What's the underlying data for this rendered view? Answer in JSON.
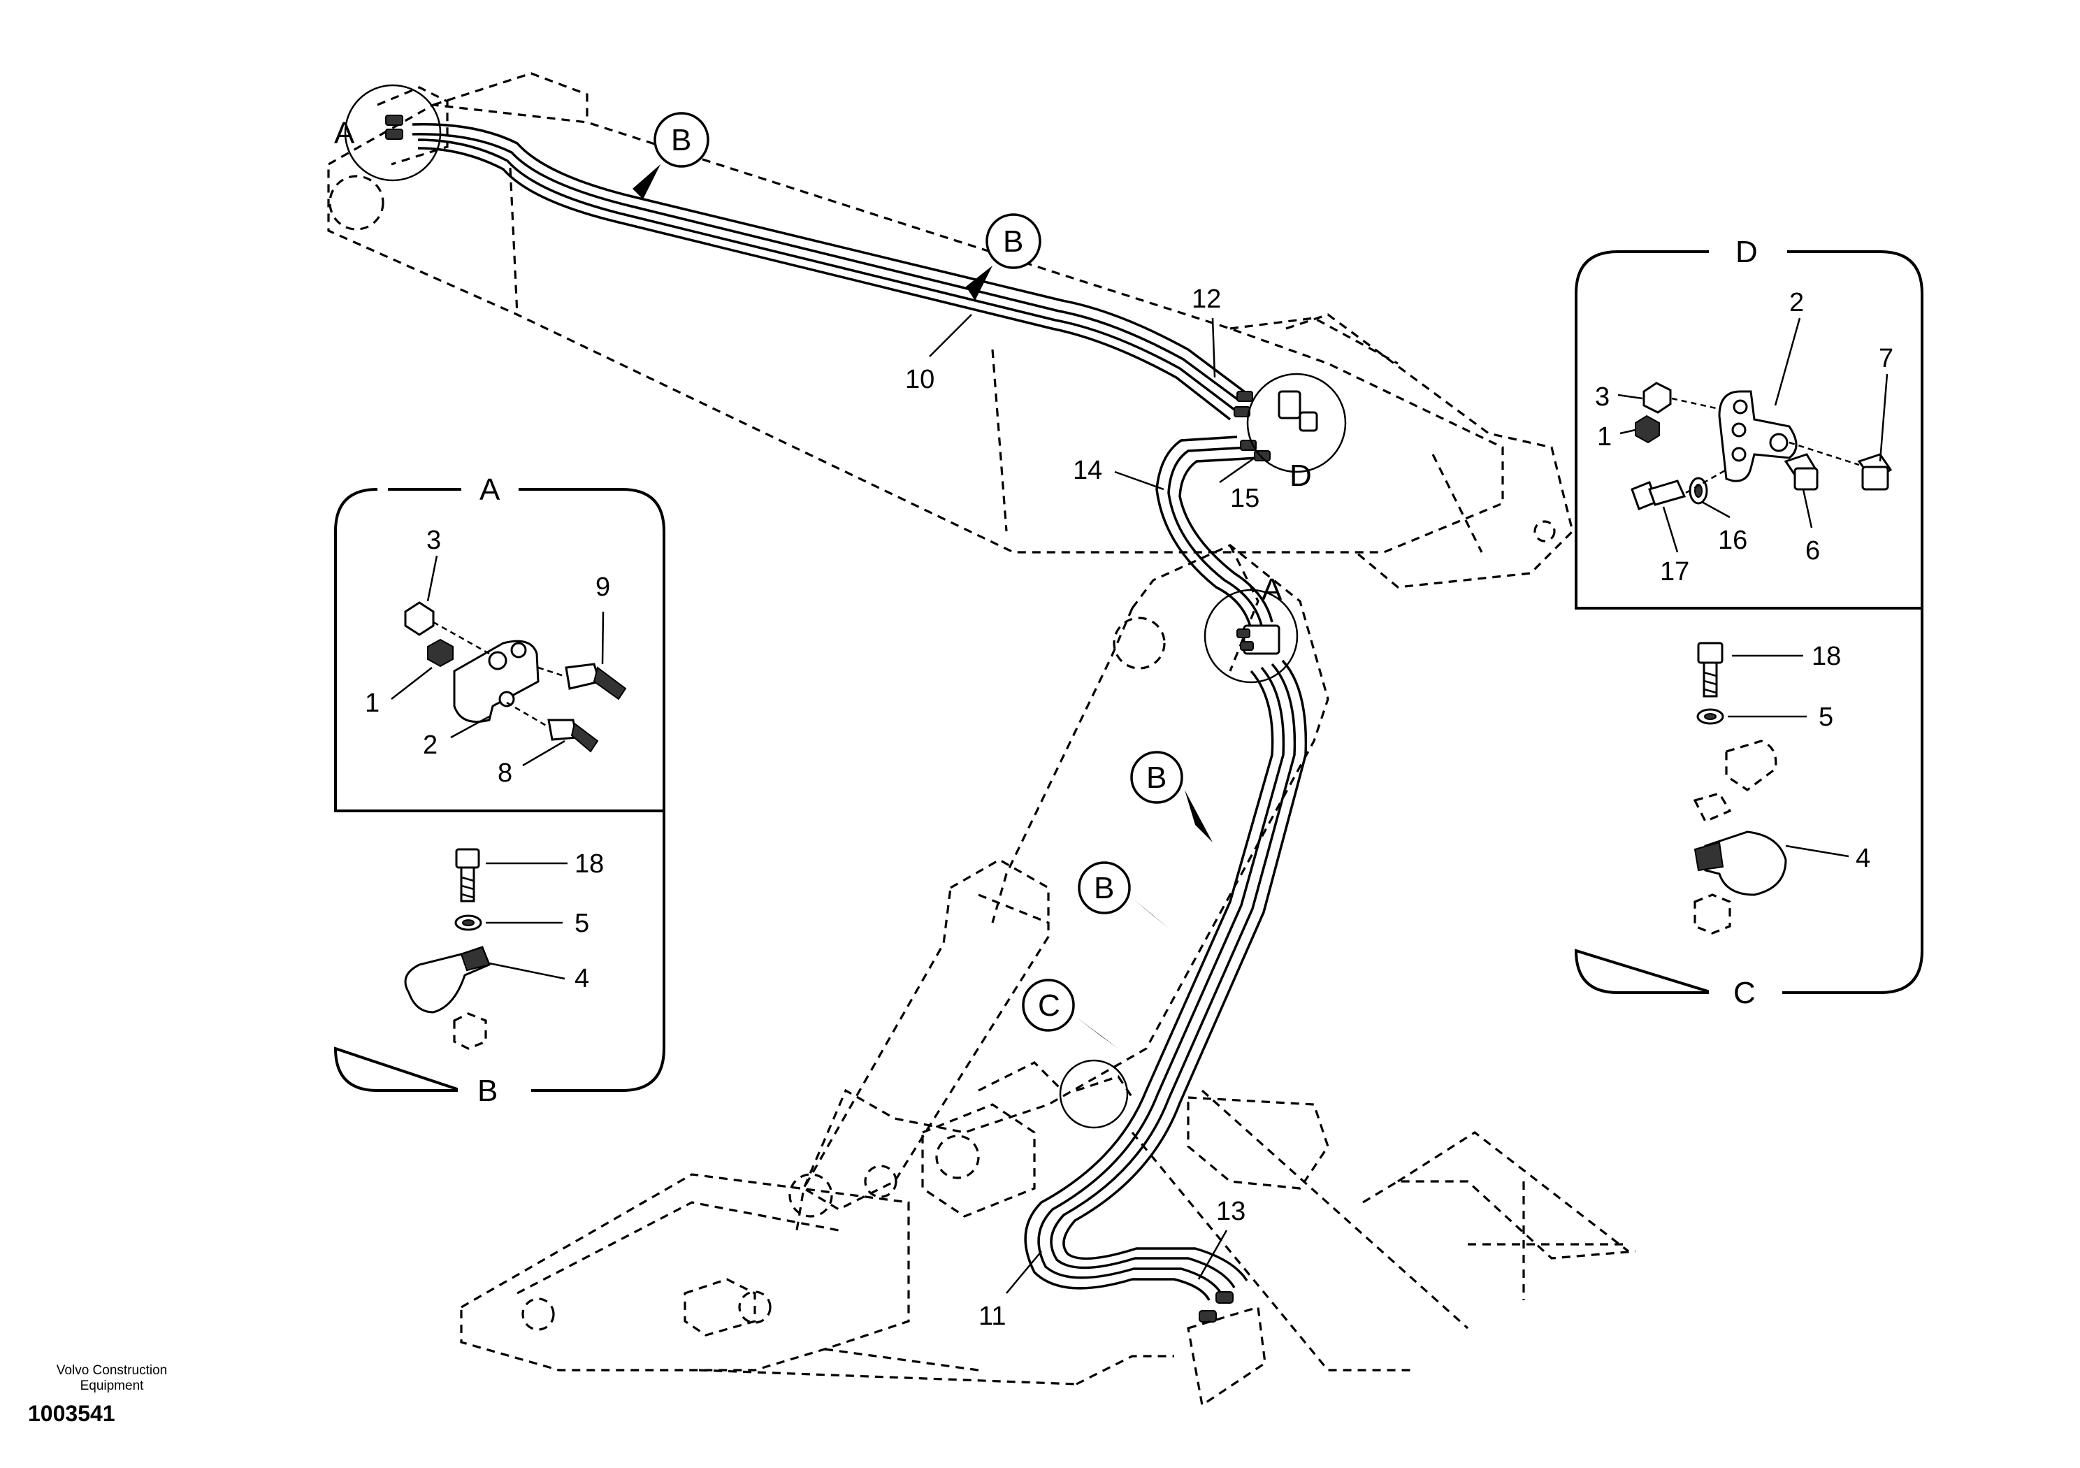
{
  "callouts": {
    "A_main_top": "A",
    "A_main_mid": "A",
    "D_main": "D",
    "B1": "B",
    "B2": "B",
    "B3": "B",
    "B4": "B",
    "C1": "C"
  },
  "main_labels": {
    "n10": "10",
    "n11": "11",
    "n12": "12",
    "n13": "13",
    "n14": "14",
    "n15": "15"
  },
  "panel_A": {
    "title": "A",
    "n3": "3",
    "n1": "1",
    "n2": "2",
    "n9": "9",
    "n8": "8"
  },
  "panel_B": {
    "title": "B",
    "n18": "18",
    "n5": "5",
    "n4": "4"
  },
  "panel_D": {
    "title": "D",
    "n2": "2",
    "n3": "3",
    "n1": "1",
    "n7": "7",
    "n17": "17",
    "n16": "16",
    "n6": "6"
  },
  "panel_C": {
    "title": "C",
    "n18": "18",
    "n5": "5",
    "n4": "4"
  },
  "footer": {
    "company_line1": "Volvo Construction",
    "company_line2": "Equipment",
    "doc_number": "1003541"
  }
}
